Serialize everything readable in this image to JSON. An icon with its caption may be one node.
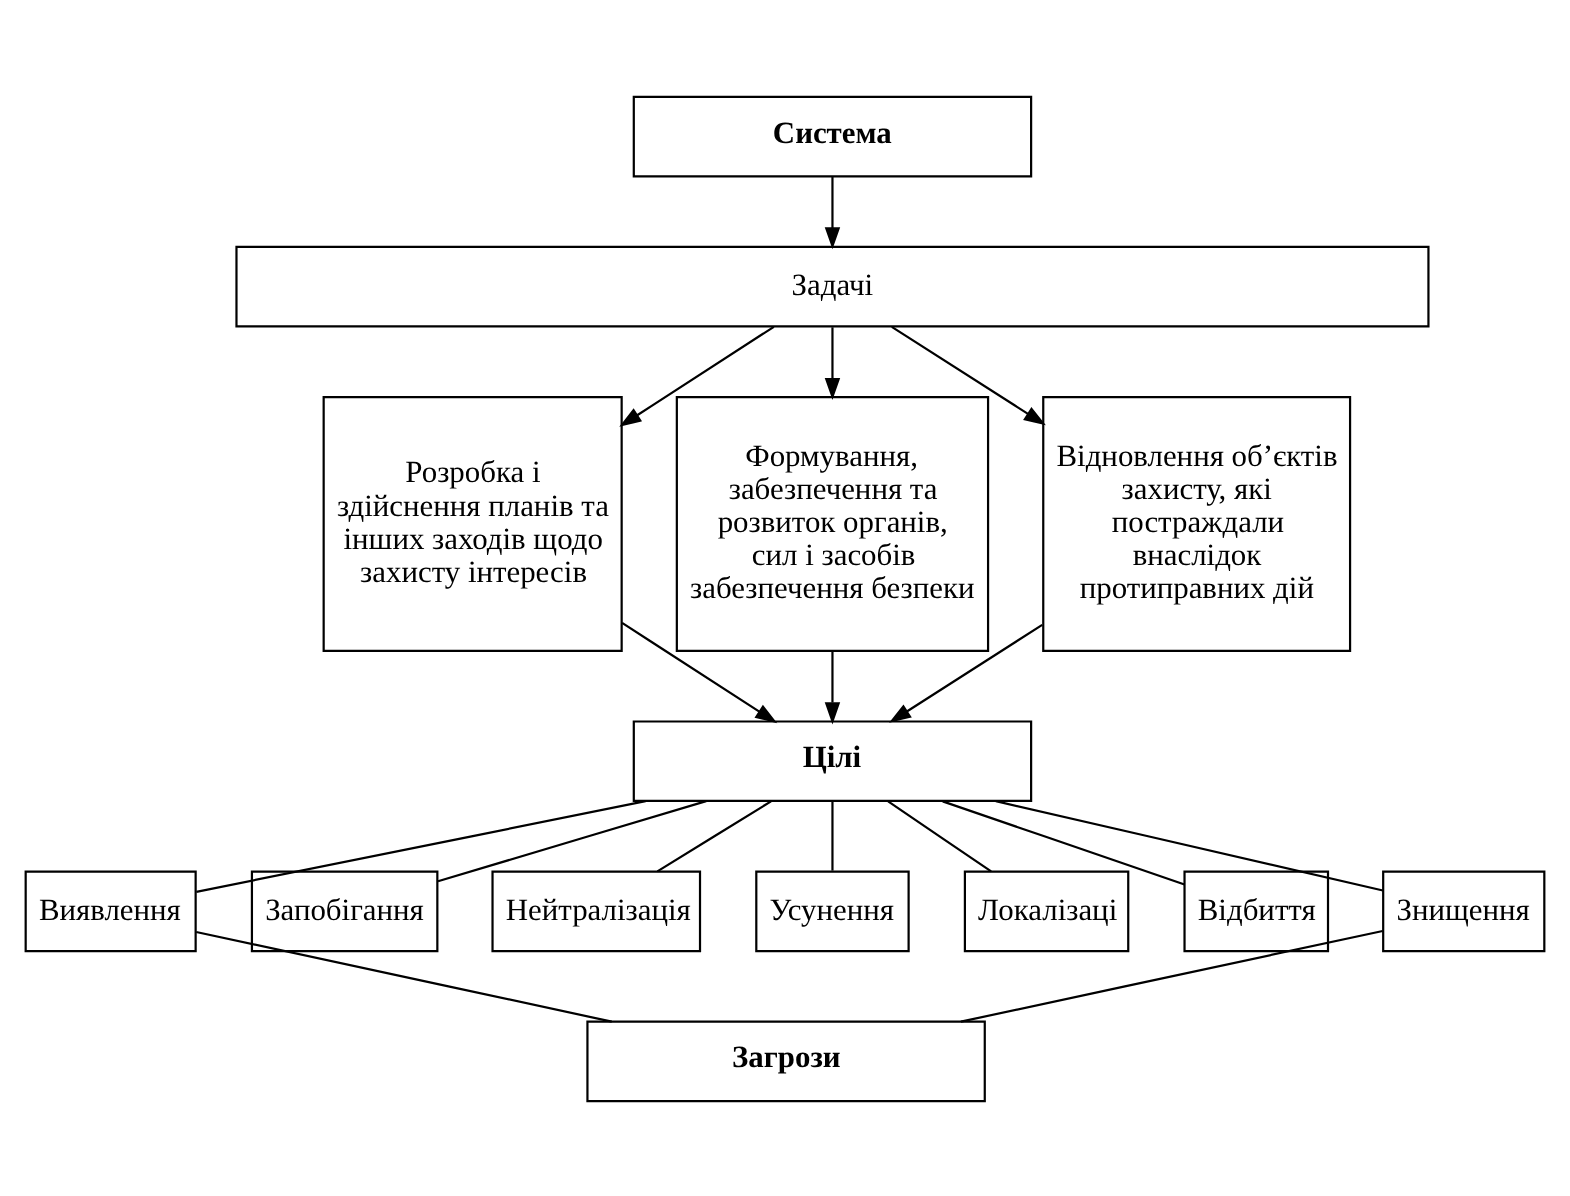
{
  "diagram": {
    "nodes": [
      {
        "text": [
          "Система"
        ]
      },
      {
        "text": [
          "Задачі"
        ]
      },
      {
        "text": [
          "Розробка і здійснення планів та інших заходів щодо захисту інтересів"
        ]
      },
      {
        "text": [
          "Формування, забезпечення та розвиток органів, сил і засобів забезпечення безпеки"
        ]
      },
      {
        "text": [
          "Відновлення об’єктів захисту, які постраждали внаслідок протиправних дій"
        ]
      },
      {
        "text": [
          "Цілі"
        ]
      },
      {
        "text": [
          "Виявлення"
        ]
      },
      {
        "text": [
          "Запобігання"
        ]
      },
      {
        "text": [
          "Нейтралізація"
        ]
      },
      {
        "text": [
          "Усунення"
        ]
      },
      {
        "text": [
          "Локалізаці"
        ]
      },
      {
        "text": [
          "Відбиття"
        ]
      },
      {
        "text": [
          "Знищення"
        ]
      },
      {
        "text": [
          "Загрози"
        ]
      }
    ],
    "edges": [
      {
        "from": 0,
        "to": 1,
        "arrow": "to"
      },
      {
        "from": 1,
        "to": 2,
        "arrow": "to"
      },
      {
        "from": 1,
        "to": 3,
        "arrow": "to"
      },
      {
        "from": 1,
        "to": 4,
        "arrow": "to"
      },
      {
        "from": 2,
        "to": 5,
        "arrow": "to"
      },
      {
        "from": 3,
        "to": 5,
        "arrow": "to"
      },
      {
        "from": 4,
        "to": 5,
        "arrow": "to"
      },
      {
        "from": 5,
        "to": 6,
        "arrow": "none"
      },
      {
        "from": 5,
        "to": 7,
        "arrow": "none"
      },
      {
        "from": 5,
        "to": 8,
        "arrow": "none"
      },
      {
        "from": 5,
        "to": 9,
        "arrow": "none"
      },
      {
        "from": 5,
        "to": 10,
        "arrow": "none"
      },
      {
        "from": 5,
        "to": 11,
        "arrow": "none"
      },
      {
        "from": 5,
        "to": 12,
        "arrow": "none"
      },
      {
        "from": 6,
        "to": 13,
        "arrow": "none"
      },
      {
        "from": 12,
        "to": 13,
        "arrow": "none"
      }
    ]
  }
}
